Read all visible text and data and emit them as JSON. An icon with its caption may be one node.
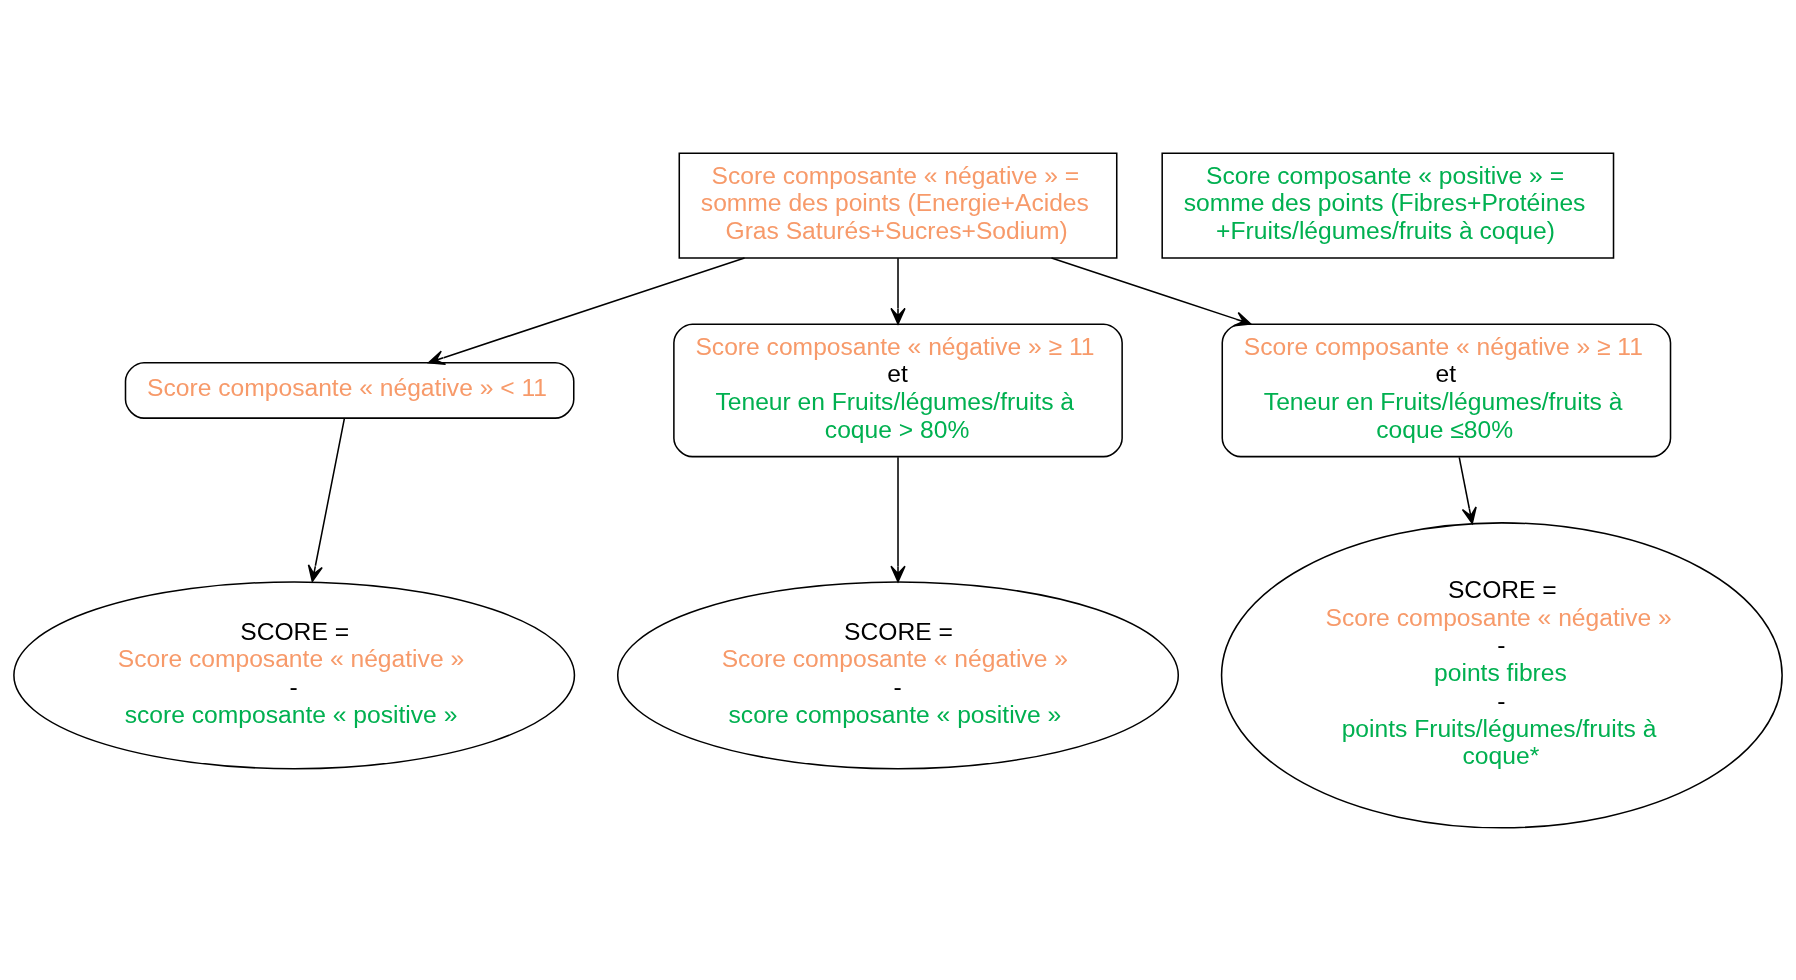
{
  "diagram": {
    "nodes": [
      {
        "text": [
          "Score composante « négative » = somme des points (Energie+Acides Gras Saturés+Sucres+Sodium)"
        ]
      },
      {
        "text": [
          "Score composante « positive » = somme des points (Fibres+Protéines +Fruits/légumes/fruits à coque)"
        ]
      },
      {
        "text": [
          "Score composante « négative » < 11"
        ]
      },
      {
        "text": [
          "Score composante « négative » ≥ 11",
          "et",
          "Teneur en Fruits/légumes/fruits à coque > 80%"
        ]
      },
      {
        "text": [
          "Score composante « négative » ≥ 11",
          "et",
          "Teneur en Fruits/légumes/fruits à coque ≤80%"
        ]
      },
      {
        "text": [
          "SCORE =",
          "Score composante « négative »",
          "-",
          "score composante « positive »"
        ]
      },
      {
        "text": [
          "SCORE =",
          "Score composante « négative »",
          "-",
          "score composante « positive »"
        ]
      },
      {
        "text": [
          "SCORE =",
          "Score composante « négative »",
          "-",
          "points fibres",
          "-",
          "points Fruits/légumes/fruits à coque*"
        ]
      }
    ],
    "edges": [
      {
        "from": 0,
        "to": 2,
        "arrow": "to"
      },
      {
        "from": 0,
        "to": 3,
        "arrow": "to"
      },
      {
        "from": 0,
        "to": 4,
        "arrow": "to"
      },
      {
        "from": 2,
        "to": 5,
        "arrow": "to"
      },
      {
        "from": 3,
        "to": 6,
        "arrow": "to"
      },
      {
        "from": 4,
        "to": 7,
        "arrow": "to"
      }
    ]
  }
}
